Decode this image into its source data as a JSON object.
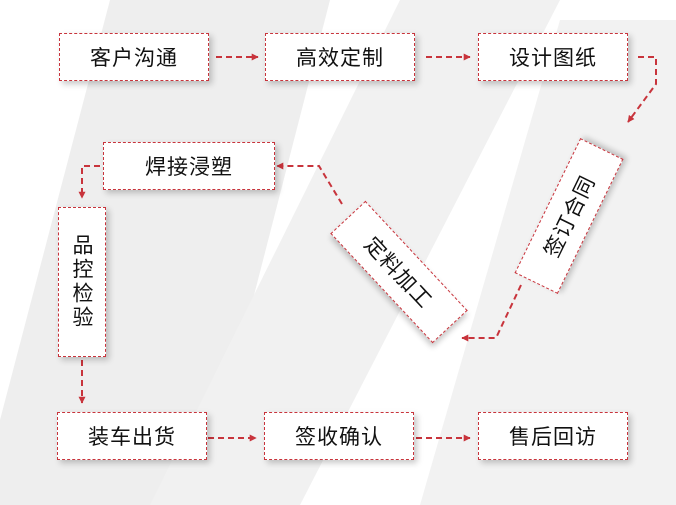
{
  "colors": {
    "accent": "#c8343c",
    "watermark": "#eeeeee",
    "text": "#111111"
  },
  "diagram": {
    "steps": [
      {
        "id": "customer-communication",
        "label": "客户沟通"
      },
      {
        "id": "custom-efficiency",
        "label": "高效定制"
      },
      {
        "id": "design-drawing",
        "label": "设计图纸"
      },
      {
        "id": "sign-contract",
        "label": "签订合同"
      },
      {
        "id": "material-processing",
        "label": "定料加工"
      },
      {
        "id": "welding-dip-coating",
        "label": "焊接浸塑"
      },
      {
        "id": "quality-inspection",
        "label": "品控检验"
      },
      {
        "id": "loading-shipping",
        "label": "装车出货"
      },
      {
        "id": "receipt-confirmation",
        "label": "签收确认"
      },
      {
        "id": "after-sales-visit",
        "label": "售后回访"
      }
    ]
  }
}
